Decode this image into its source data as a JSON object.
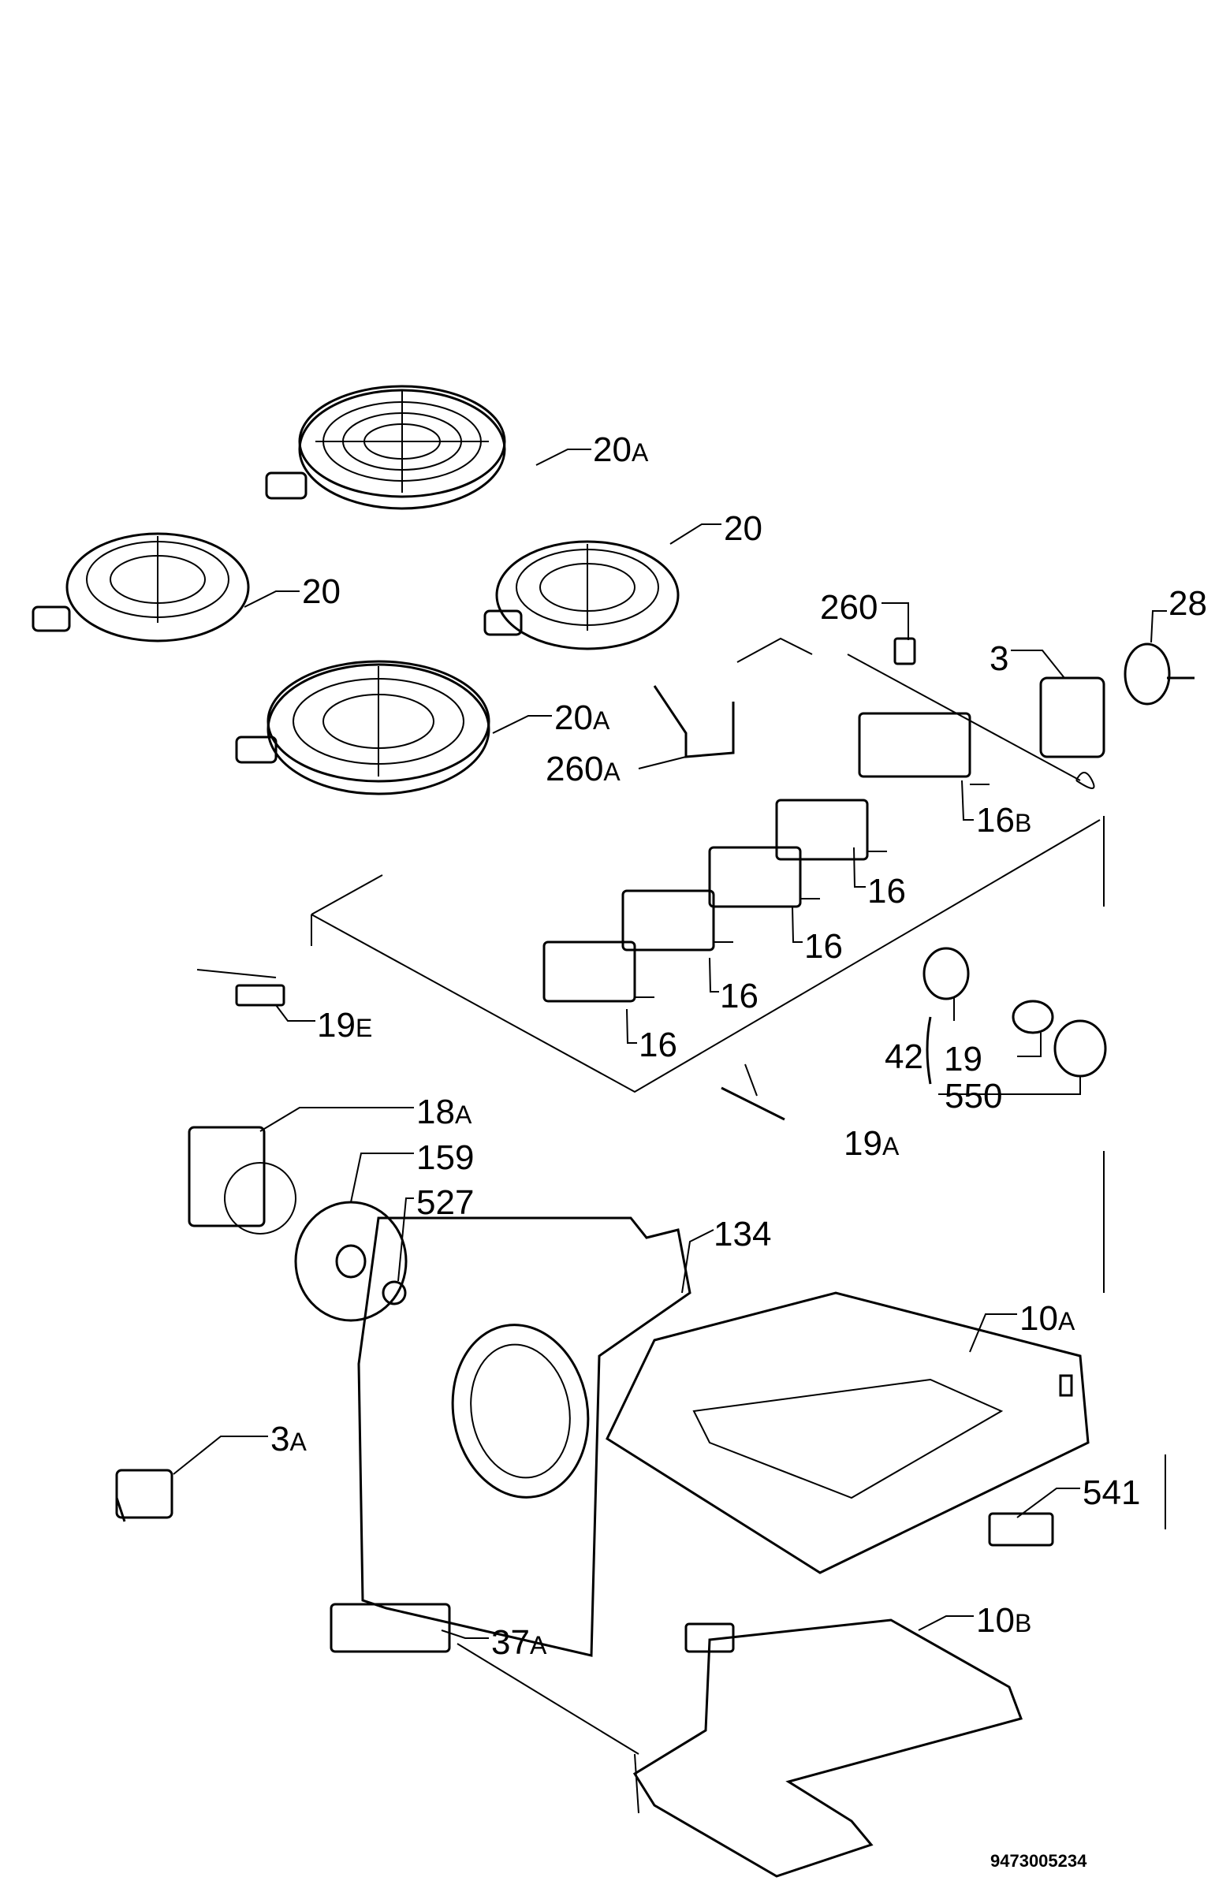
{
  "parts": [
    {
      "id": "p20a_top",
      "num": "20",
      "suffix": "A"
    },
    {
      "id": "p20_right",
      "num": "20",
      "suffix": ""
    },
    {
      "id": "p20_left",
      "num": "20",
      "suffix": ""
    },
    {
      "id": "p20a_bottom",
      "num": "20",
      "suffix": "A"
    },
    {
      "id": "p260",
      "num": "260",
      "suffix": ""
    },
    {
      "id": "p28",
      "num": "28",
      "suffix": ""
    },
    {
      "id": "p3",
      "num": "3",
      "suffix": ""
    },
    {
      "id": "p260a",
      "num": "260",
      "suffix": "A"
    },
    {
      "id": "p16b",
      "num": "16",
      "suffix": "B"
    },
    {
      "id": "p16_a",
      "num": "16",
      "suffix": ""
    },
    {
      "id": "p16_b",
      "num": "16",
      "suffix": ""
    },
    {
      "id": "p16_c",
      "num": "16",
      "suffix": ""
    },
    {
      "id": "p16_d",
      "num": "16",
      "suffix": ""
    },
    {
      "id": "p19e",
      "num": "19",
      "suffix": "E"
    },
    {
      "id": "p42",
      "num": "42",
      "suffix": ""
    },
    {
      "id": "p19",
      "num": "19",
      "suffix": ""
    },
    {
      "id": "p550",
      "num": "550",
      "suffix": ""
    },
    {
      "id": "p18a",
      "num": "18",
      "suffix": "A"
    },
    {
      "id": "p19a",
      "num": "19",
      "suffix": "A"
    },
    {
      "id": "p159",
      "num": "159",
      "suffix": ""
    },
    {
      "id": "p527",
      "num": "527",
      "suffix": ""
    },
    {
      "id": "p134",
      "num": "134",
      "suffix": ""
    },
    {
      "id": "p10a",
      "num": "10",
      "suffix": "A"
    },
    {
      "id": "p3a",
      "num": "3",
      "suffix": "A"
    },
    {
      "id": "p541",
      "num": "541",
      "suffix": ""
    },
    {
      "id": "p10b",
      "num": "10",
      "suffix": "B"
    },
    {
      "id": "p37a",
      "num": "37",
      "suffix": "A"
    }
  ],
  "drawing_code": "9473005234"
}
